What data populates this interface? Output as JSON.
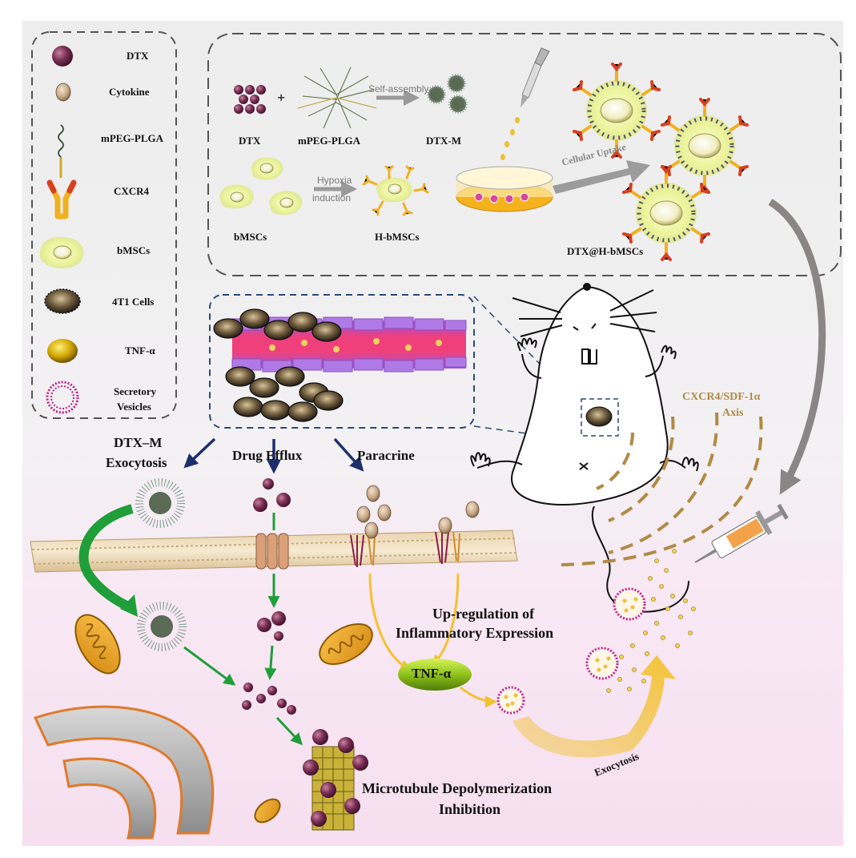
{
  "legend": {
    "dtx": "DTX",
    "cytokine": "Cytokine",
    "mpeg_plga": "mPEG-PLGA",
    "cxcr4": "CXCR4",
    "bmscs": "bMSCs",
    "cells_4t1": "4T1 Cells",
    "tnf": "TNF-α",
    "secretory_vesicles_line1": "Secretory",
    "secretory_vesicles_line2": "Vesicles"
  },
  "prep": {
    "dtx": "DTX",
    "plus": "+",
    "mpeg_plga": "mPEG-PLGA",
    "self_assembly": "Self-assembly",
    "dtx_m": "DTX-M",
    "bmscs": "bMSCs",
    "hypoxia_line1": "Hypoxia",
    "hypoxia_line2": "induction",
    "h_bmscs": "H-bMSCs",
    "cellular_uptake": "Cellular Uptake",
    "dtx_h_bmscs": "DTX@H-bMSCs"
  },
  "axis_label_line1": "CXCR4/SDF-1α",
  "axis_label_line2": "Axis",
  "pathways": {
    "exocytosis_line1": "DTX–M",
    "exocytosis_line2": "Exocytosis",
    "drug_efflux": "Drug Efflux",
    "paracrine": "Paracrine"
  },
  "inflammation_line1": "Up-regulation of",
  "inflammation_line2": "Inflammatory Expression",
  "tnf_label": "TNF-α",
  "exocytosis_label": "Exocytosis",
  "microtubule_line1": "Microtubule Depolymerization",
  "microtubule_line2": "Inhibition",
  "colors": {
    "dtx": "#7a2f55",
    "cxcr4_stem": "#e8b31a",
    "cxcr4_tip": "#d8401f",
    "tnf_green": "#8fc21b",
    "vesicle": "#c21b8a",
    "arrow_navy": "#1d2f6a",
    "arrow_green": "#1f9e3a",
    "arrow_yellow": "#f3c12d",
    "axis_gold": "#b08a44"
  }
}
